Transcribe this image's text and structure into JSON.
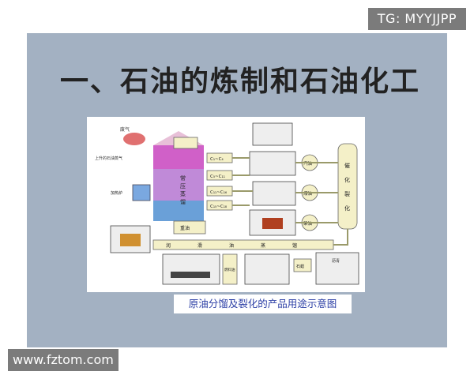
{
  "watermark_tag": "TG: MYYJJPP",
  "slide": {
    "title": "一、石油的炼制和石油化工",
    "caption": "原油分馏及裂化的产品用途示意图"
  },
  "diagram": {
    "col_labels": [
      "常",
      "压",
      "蒸",
      "馏"
    ],
    "products": [
      "C₁~C₄",
      "C₅~C₁₁",
      "C₁₁~C₁₆",
      "C₁₅~C₁₈"
    ],
    "right_column": [
      "催",
      "化",
      "裂",
      "化"
    ],
    "mid_labels": [
      "汽油",
      "煤油",
      "柴油"
    ],
    "bottom_row": [
      "润",
      "滑",
      "油",
      "蒸",
      "馏"
    ],
    "lower_boxes": [
      "燃料油",
      "石蜡",
      "沥青"
    ],
    "furnace_label": "加热炉",
    "residue_label": "重油",
    "side_label_top": "废气",
    "side_label_left": "上升的石油蒸气"
  },
  "footer": {
    "website": "www.fztom.com"
  },
  "colors": {
    "slide_bg": "#a3b1c2",
    "caption_text": "#2b3ea5",
    "overlay_bg": "#7b7b7b"
  }
}
